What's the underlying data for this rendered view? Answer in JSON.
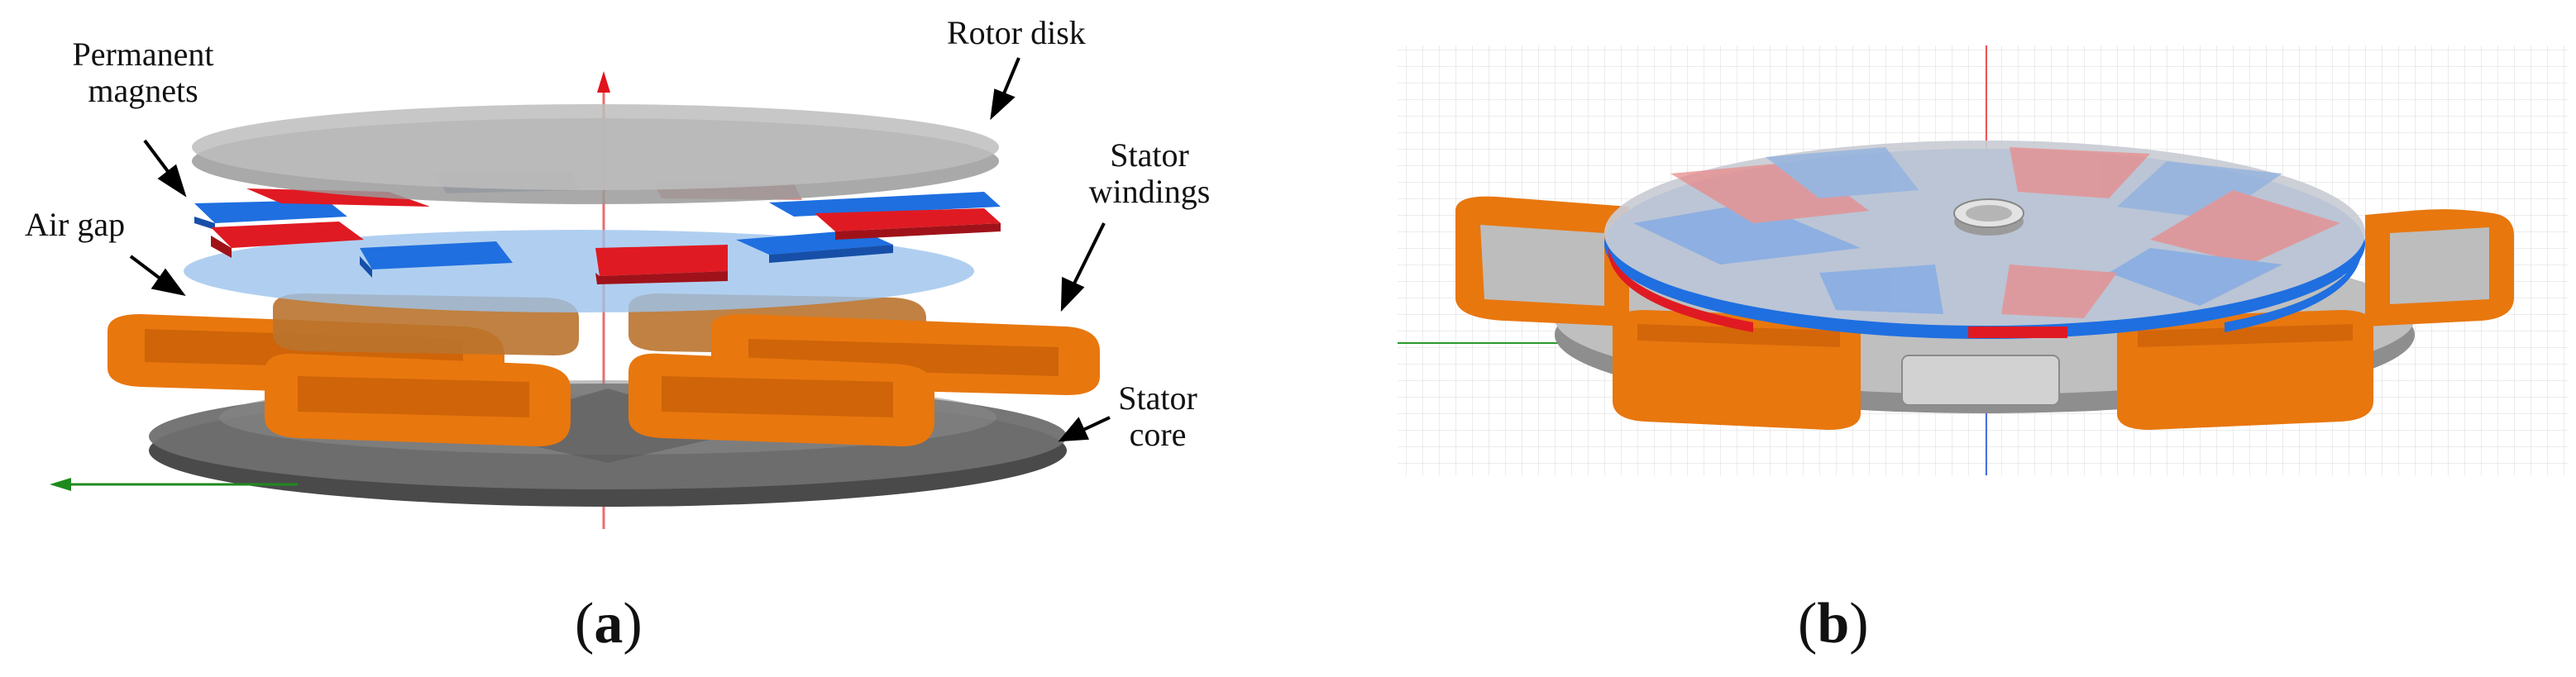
{
  "panel_a": {
    "labels": {
      "rotor_disk": "Rotor disk",
      "permanent_magnets_line1": "Permanent",
      "permanent_magnets_line2": "magnets",
      "stator_windings_line1": "Stator",
      "stator_windings_line2": "windings",
      "air_gap": "Air gap",
      "stator_core_line1": "Stator",
      "stator_core_line2": "core"
    },
    "caption_letter": "a"
  },
  "panel_b": {
    "caption_letter": "b"
  },
  "colors": {
    "magnet_red": "#e01a22",
    "magnet_blue": "#1f6fe0",
    "winding_orange": "#e8770e",
    "rotor_grey": "#a9a9a9",
    "core_dark": "#555555",
    "air_gap_blue": "#9cc3ec"
  }
}
